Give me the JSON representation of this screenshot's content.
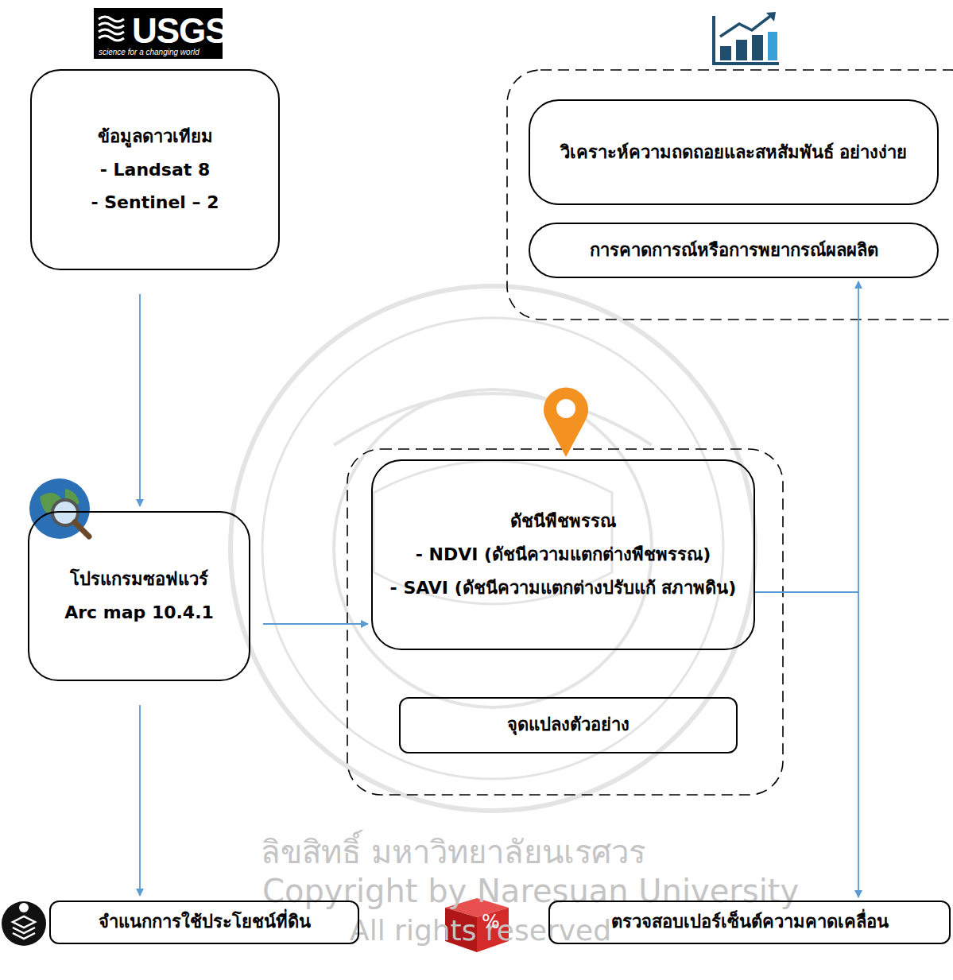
{
  "diagram": {
    "nodes": [
      {
        "text": [
          "ข้อมูลดาวเทียม",
          "- Landsat 8",
          "- Sentinel – 2"
        ]
      },
      {
        "text": [
          "วิเคราะห์ความถดถอยและสหสัมพันธ์ อย่างง่าย"
        ]
      },
      {
        "text": [
          "การคาดการณ์หรือการพยากรณ์ผลผลิต"
        ]
      },
      {
        "text": [
          "โปรแกรมซอฟแวร์",
          "Arc map 10.4.1"
        ]
      },
      {
        "text": [
          "ดัชนีพืชพรรณ",
          "- NDVI (ดัชนีความแตกต่างพืชพรรณ)",
          "- SAVI (ดัชนีความแตกต่างปรับแก้ สภาพดิน)"
        ]
      },
      {
        "text": [
          "จุดแปลงตัวอย่าง"
        ]
      },
      {
        "text": [
          "จำแนกการใช้ประโยชน์ที่ดิน"
        ]
      },
      {
        "text": [
          "ตรวจสอบเปอร์เซ็นต์ความคาดเคลื่อน"
        ]
      }
    ],
    "edges": [
      {
        "from": 0,
        "to": 3,
        "arrow": "to"
      },
      {
        "from": 3,
        "to": 4,
        "arrow": "to"
      },
      {
        "from": 3,
        "to": 6,
        "arrow": "to"
      },
      {
        "from": 4,
        "to": 2,
        "arrow": "to"
      },
      {
        "from": 4,
        "to": 7,
        "arrow": "to"
      }
    ],
    "labels": [
      "USGS",
      "science for a changing world",
      "%",
      "ลิขสิทธิ์ มหาวิทยาลัยนเรศวร",
      "Copyright by Naresuan University",
      "All rights reserved"
    ]
  }
}
